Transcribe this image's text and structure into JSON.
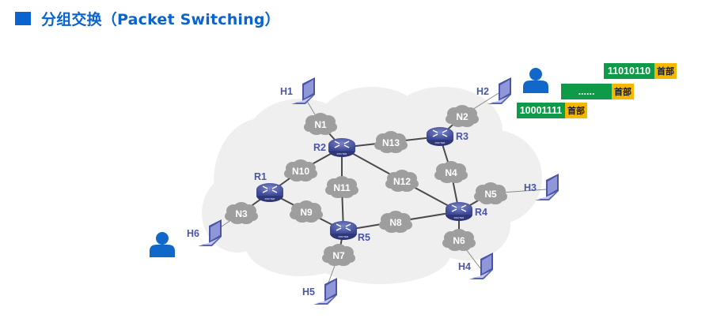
{
  "title": "分组交换（Packet Switching）",
  "colors": {
    "title_blue": "#0b63cf",
    "payload_green": "#0f9a4a",
    "header_yellow": "#f5b800",
    "router_blue": "#4a55a8",
    "cloud_gray": "#9e9e9e",
    "background_cloud": "#efefef",
    "person_blue": "#1168c8"
  },
  "packets": [
    {
      "payload": "11010110",
      "header": "首部"
    },
    {
      "payload": "......",
      "header": "首部"
    },
    {
      "payload": "10001111",
      "header": "首部"
    }
  ],
  "routers": [
    "R1",
    "R2",
    "R3",
    "R4",
    "R5"
  ],
  "networks": [
    "N1",
    "N2",
    "N3",
    "N4",
    "N5",
    "N6",
    "N7",
    "N8",
    "N9",
    "N10",
    "N11",
    "N12",
    "N13"
  ],
  "hosts": [
    "H1",
    "H2",
    "H3",
    "H4",
    "H5",
    "H6"
  ],
  "links": [
    [
      "H1",
      "N1"
    ],
    [
      "N1",
      "R2"
    ],
    [
      "R2",
      "N13"
    ],
    [
      "N13",
      "R3"
    ],
    [
      "R3",
      "N2"
    ],
    [
      "N2",
      "H2"
    ],
    [
      "R3",
      "N4"
    ],
    [
      "N4",
      "R4"
    ],
    [
      "R4",
      "N5"
    ],
    [
      "N5",
      "H3"
    ],
    [
      "R4",
      "N6"
    ],
    [
      "N6",
      "H4"
    ],
    [
      "R2",
      "N12"
    ],
    [
      "N12",
      "R4"
    ],
    [
      "R2",
      "N10"
    ],
    [
      "N10",
      "R1"
    ],
    [
      "R2",
      "N11"
    ],
    [
      "N11",
      "R5"
    ],
    [
      "R1",
      "N9"
    ],
    [
      "N9",
      "R5"
    ],
    [
      "R1",
      "N3"
    ],
    [
      "N3",
      "H6"
    ],
    [
      "R5",
      "N8"
    ],
    [
      "N8",
      "R4"
    ],
    [
      "R5",
      "N7"
    ],
    [
      "N7",
      "H5"
    ]
  ],
  "persons": [
    "sender-user",
    "receiver-user"
  ]
}
